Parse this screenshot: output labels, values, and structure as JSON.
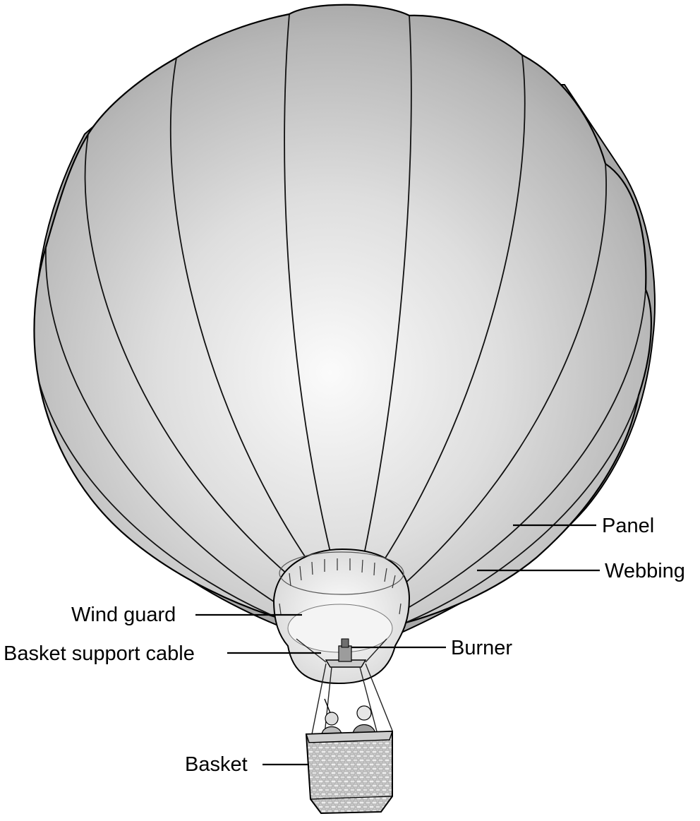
{
  "labels": {
    "panel": "Panel",
    "webbing": "Webbing",
    "wind_guard": "Wind guard",
    "basket_support_cable": "Basket support cable",
    "burner": "Burner",
    "basket": "Basket"
  },
  "colors": {
    "envelope_light": "#f7f7f7",
    "envelope_dark": "#a9a9a9",
    "outline": "#000000"
  }
}
